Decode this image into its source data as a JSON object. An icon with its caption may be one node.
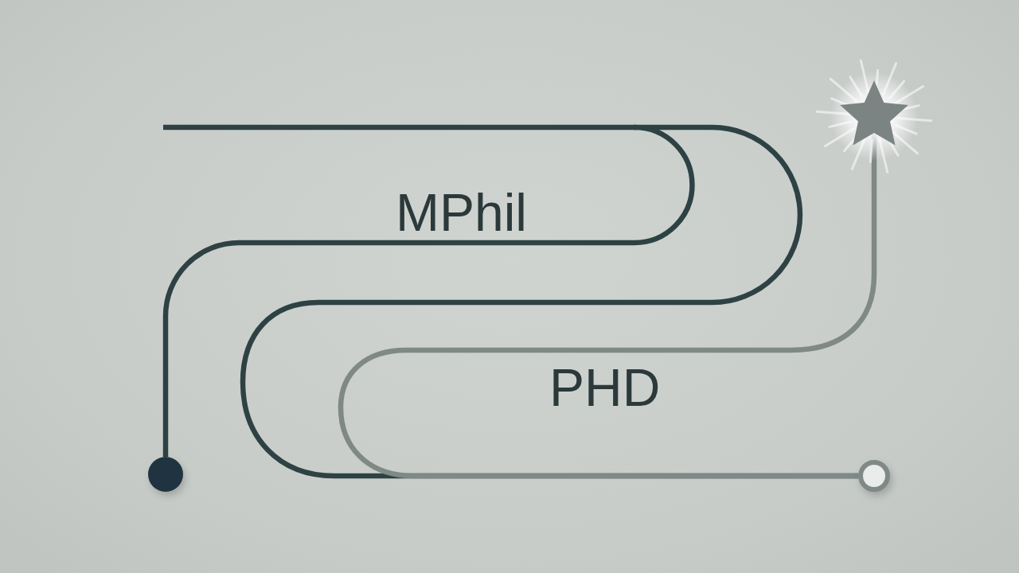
{
  "diagram": {
    "nodes": [
      {
        "text": [],
        "shape": "circle"
      },
      {
        "text": [],
        "shape": "circle"
      },
      {
        "text": [],
        "shape": "star"
      }
    ],
    "edges": [
      {
        "from": 0,
        "to": 1,
        "arrow": "none"
      },
      {
        "from": 1,
        "to": 2,
        "arrow": "none",
        "color": "#7f8986"
      }
    ],
    "labels": [
      "MPhil",
      "PHD"
    ]
  }
}
